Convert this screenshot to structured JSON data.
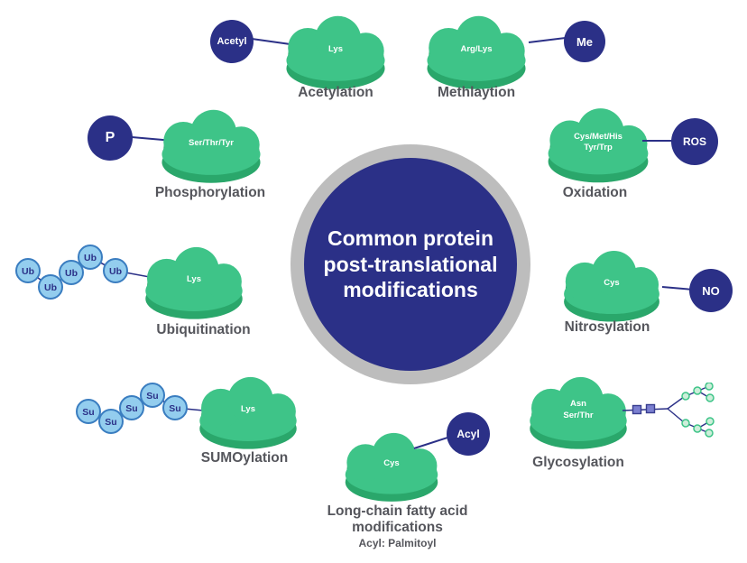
{
  "title": "Common protein post-translational modifications",
  "center": {
    "line1": "Common protein",
    "line2": "post-translational",
    "line3": "modifications"
  },
  "colors": {
    "navy": "#2b3087",
    "cloud_green": "#3ec488",
    "cloud_green_dark": "#2aa76b",
    "chain_fill": "#93cdee",
    "chain_stroke": "#3a7dc0",
    "ring_gray": "#bdbdbd",
    "label_gray": "#55565c",
    "glycan_square": "#7b7fd0",
    "glycan_circle_stroke": "#3dc487"
  },
  "groups": {
    "acetylation": {
      "badge": "Acetyl",
      "residue": "Lys",
      "label": "Acetylation"
    },
    "methylation": {
      "residue": "Arg/Lys",
      "badge": "Me",
      "label": "Methlaytion"
    },
    "phosphorylation": {
      "badge": "P",
      "residue": "Ser/Thr/Tyr",
      "label": "Phosphorylation"
    },
    "oxidation": {
      "residue_line1": "Cys/Met/His",
      "residue_line2": "Tyr/Trp",
      "badge": "ROS",
      "label": "Oxidation"
    },
    "ubiquitination": {
      "chain_unit": "Ub",
      "residue": "Lys",
      "label": "Ubiquitination"
    },
    "nitrosylation": {
      "residue": "Cys",
      "badge": "NO",
      "label": "Nitrosylation"
    },
    "sumoylation": {
      "chain_unit": "Su",
      "residue": "Lys",
      "label": "SUMOylation"
    },
    "glycosylation": {
      "residue_line1": "Asn",
      "residue_line2": "Ser/Thr",
      "label": "Glycosylation"
    },
    "long_chain": {
      "residue": "Cys",
      "badge": "Acyl",
      "label_line1": "Long-chain fatty acid",
      "label_line2": "modifications",
      "sublabel": "Acyl: Palmitoyl"
    }
  }
}
